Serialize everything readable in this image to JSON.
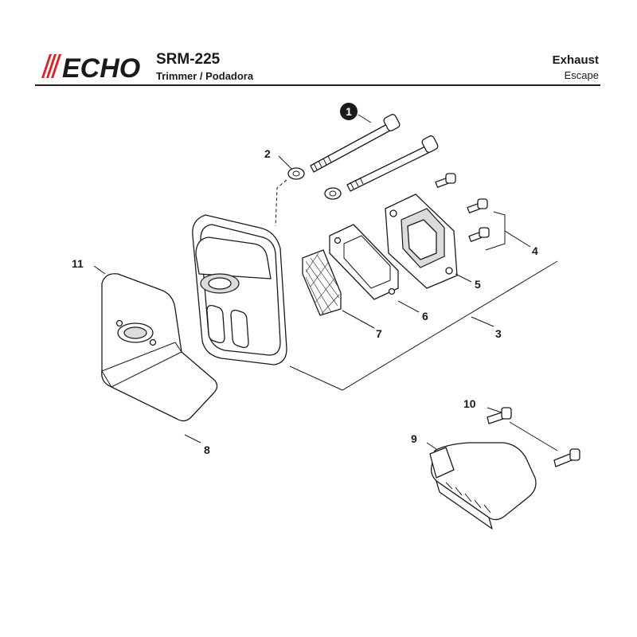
{
  "header": {
    "brand": "ECHO",
    "model": "SRM-225",
    "model_subtitle": "Trimmer / Podadora",
    "section_title": "Exhaust",
    "section_subtitle": "Escape"
  },
  "callouts": {
    "c1": "1",
    "c2": "2",
    "c3": "3",
    "c4": "4",
    "c5": "5",
    "c6": "6",
    "c7": "7",
    "c8": "8",
    "c9": "9",
    "c10": "10",
    "c11": "11"
  },
  "colors": {
    "ink": "#1a1a1a",
    "brand_red": "#e31e24",
    "paper": "#ffffff"
  }
}
